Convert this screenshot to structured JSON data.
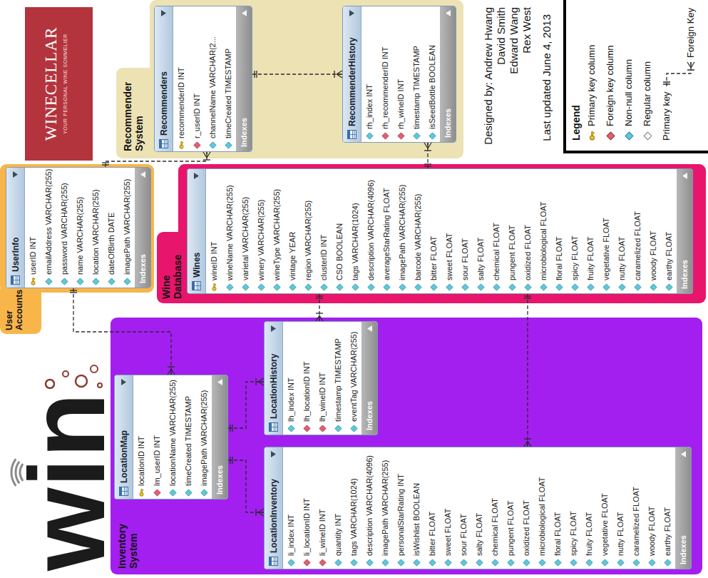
{
  "diagram": {
    "nodes": [
      {
        "text": [
          "WINECELLAR",
          "YOUR PERSONAL WINE SOMMELIER"
        ]
      },
      {
        "text": [
          "Recommender System"
        ]
      },
      {
        "text": [
          "Recommenders",
          "recommenderID INT",
          "r_userID INT",
          "channelName VARCHAR(2...",
          "timeCreated TIMESTAMP",
          "Indexes"
        ],
        "in": 1
      },
      {
        "text": [
          "RecommenderHistory",
          "rh_index INT",
          "rh_recommenderID INT",
          "rh_wineID INT",
          "timestamp TIMESTAMP",
          "isSeedBottle BOOLEAN",
          "Indexes"
        ],
        "in": 1
      },
      {
        "text": [
          "User Accounts"
        ]
      },
      {
        "text": [
          "UserInfo",
          "userID INT",
          "emailAddress VARCHAR(255)",
          "password VARCHAR(255)",
          "name VARCHAR(255)",
          "location VARCHAR(255)",
          "dateOfBirth DATE",
          "imagePath VARCHAR(255)",
          "Indexes"
        ],
        "in": 4
      },
      {
        "text": [
          "Wine Database"
        ]
      },
      {
        "text": [
          "Wines",
          "wineID INT",
          "wineName VARCHAR(255)",
          "varietal VARCHAR(255)",
          "winery VARCHAR(255)",
          "wineType VARCHAR(255)",
          "vintage YEAR",
          "region VARCHAR(255)",
          "clusterID INT",
          "CSO BOOLEAN",
          "tags VARCHAR(1024)",
          "description VARCHAR(4096)",
          "averageStarRating FLOAT",
          "imagePath VARCHAR(255)",
          "barcode VARCHAR(255)",
          "bitter FLOAT",
          "sweet FLOAT",
          "sour FLOAT",
          "salty FLOAT",
          "chemical FLOAT",
          "pungent FLOAT",
          "oxidized FLOAT",
          "microbiological FLOAT",
          "floral FLOAT",
          "spicy FLOAT",
          "fruity FLOAT",
          "vegetative FLOAT",
          "nutty FLOAT",
          "caramelized FLOAT",
          "woody FLOAT",
          "earthy FLOAT",
          "Indexes"
        ],
        "in": 6
      },
      {
        "text": [
          "Inventory System"
        ]
      },
      {
        "text": [
          "LocationMap",
          "locationID INT",
          "lm_userID INT",
          "locationName VARCHAR(255)",
          "timeCreated TIMESTAMP",
          "imagePath VARCHAR(255)",
          "Indexes"
        ],
        "in": 8
      },
      {
        "text": [
          "LocationHistory",
          "lh_index INT",
          "lh_locationID INT",
          "lh_wineID INT",
          "timestamp TIMESTAMP",
          "eventTag VARCHAR(255)",
          "Indexes"
        ],
        "in": 8
      },
      {
        "text": [
          "LocationInventory",
          "li_index INT",
          "li_locationID INT",
          "li_wineID INT",
          "quantity INT",
          "tags VARCHAR(1024)",
          "description VARCHAR(4096)",
          "imagePath VARCHAR(255)",
          "personalStarRating INT",
          "isWishlist BOOLEAN",
          "bitter FLOAT",
          "sweet FLOAT",
          "sour FLOAT",
          "salty FLOAT",
          "chemical FLOAT",
          "pungent FLOAT",
          "oxidized FLOAT",
          "microbiological FLOAT",
          "floral FLOAT",
          "spicy FLOAT",
          "fruity FLOAT",
          "vegetative FLOAT",
          "nutty FLOAT",
          "caramelized FLOAT",
          "woody FLOAT",
          "earthy FLOAT",
          "Indexes"
        ],
        "in": 8
      }
    ],
    "edges": [
      {
        "from": 2,
        "to": 3,
        "arrow": "both"
      },
      {
        "from": 5,
        "to": 2,
        "arrow": "both"
      },
      {
        "from": 7,
        "to": 3,
        "arrow": "both"
      },
      {
        "from": 5,
        "to": 9,
        "arrow": "both"
      },
      {
        "from": 7,
        "to": 10,
        "arrow": "both"
      },
      {
        "from": 7,
        "to": 11,
        "arrow": "both"
      },
      {
        "from": 9,
        "to": 10,
        "arrow": "both"
      },
      {
        "from": 9,
        "to": 11,
        "arrow": "both"
      }
    ],
    "labels": [
      "Designed by: Andrew Hwang",
      "David Smith",
      "Edward Wang",
      "Rex West",
      "Last updated June 4, 2013",
      "Legend",
      "win"
    ],
    "legend": [
      {
        "text": "Primary key column",
        "color": "#f2c12e"
      },
      {
        "text": "Foreign key column",
        "color": "#e0606e"
      },
      {
        "text": "Non-null column",
        "color": "#5fc8dc"
      },
      {
        "text": "Regular column",
        "color": "#ffffff"
      },
      {
        "text": "Primary key"
      },
      {
        "text": "Foreign Key"
      }
    ]
  }
}
